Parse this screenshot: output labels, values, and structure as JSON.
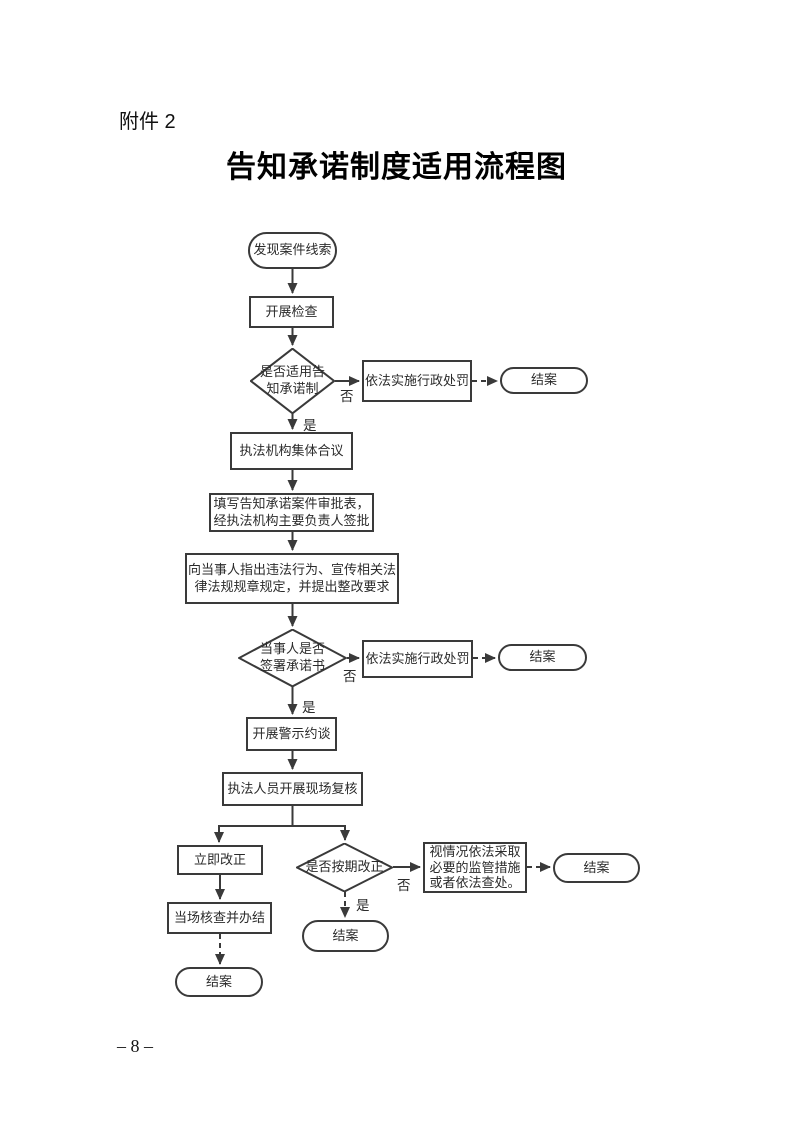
{
  "page": {
    "attachment_label": "附件 2",
    "title": "告知承诺制度适用流程图",
    "page_number": "– 8 –"
  },
  "colors": {
    "line": "#3a3a3a",
    "text": "#2b2b2b",
    "background": "#ffffff"
  },
  "flowchart": {
    "nodes": {
      "start": "发现案件线索",
      "inspect": "开展检查",
      "decision_applicable": "是否适用告知承诺制",
      "punish_first": "依法实施行政处罚",
      "close_first": "结案",
      "deliberation": "执法机构集体合议",
      "approval_form": "填写告知承诺案件审批表，经执法机构主要负责人签批",
      "point_out": "向当事人指出违法行为、宣传相关法律法规规章规定，并提出整改要求",
      "decision_sign": "当事人是否签署承诺书",
      "punish_second": "依法实施行政处罚",
      "close_second": "结案",
      "warning_talk": "开展警示约谈",
      "onsite_review": "执法人员开展现场复核",
      "immediate_correct": "立即改正",
      "onsite_verify": "当场核查并办结",
      "close_left": "结案",
      "decision_schedule": "是否按期改正",
      "supervision": "视情况依法采取必要的监管措施或者依法查处。",
      "close_right": "结案",
      "close_middle": "结案"
    },
    "edge_labels": {
      "yes": "是",
      "no": "否"
    }
  }
}
